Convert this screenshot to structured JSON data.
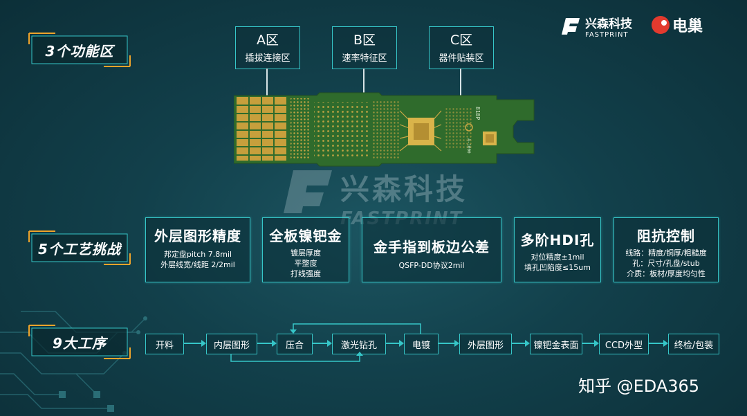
{
  "brand": {
    "name_cn": "兴森科技",
    "name_en": "FASTPRINT",
    "partner": "电巢",
    "watermark_cn": "兴森科技",
    "watermark_en": "FASTPRINT"
  },
  "sections": {
    "zones_label": "3个功能区",
    "challenges_label": "5个工艺挑战",
    "process_label": "9大工序"
  },
  "zones": [
    {
      "name": "A区",
      "desc": "插拔连接区"
    },
    {
      "name": "B区",
      "desc": "速率特征区"
    },
    {
      "name": "C区",
      "desc": "器件贴装区"
    }
  ],
  "board_marks": {
    "text1": "81BP",
    "text2": "A-1000"
  },
  "challenges": [
    {
      "title": "外层图形精度",
      "lines": [
        "邦定盘pitch 7.8mil",
        "外层线宽/线距 2/2mil"
      ]
    },
    {
      "title": "全板镍钯金",
      "lines": [
        "镀层厚度",
        "平整度",
        "打线强度"
      ]
    },
    {
      "title": "金手指到板边公差",
      "lines": [
        "QSFP-DD协议2mil"
      ]
    },
    {
      "title": "多阶HDI孔",
      "lines": [
        "对位精度±1mil",
        "填孔凹陷度≤15um"
      ]
    },
    {
      "title": "阻抗控制",
      "lines": [
        "线路：精度/铜厚/粗糙度",
        "孔：尺寸/孔盘/stub",
        "介质：板材/厚度均匀性"
      ]
    }
  ],
  "process_steps": [
    "开料",
    "内层图形",
    "压合",
    "激光钻孔",
    "电镀",
    "外层图形",
    "镍钯金表面",
    "CCD外型",
    "终检/包装"
  ],
  "credit": "知乎 @EDA365",
  "colors": {
    "accent_cyan": "#36c6c8",
    "accent_orange": "#f0a42a",
    "pcb_green": "#2f6b2c",
    "gold": "#d9b44a"
  }
}
